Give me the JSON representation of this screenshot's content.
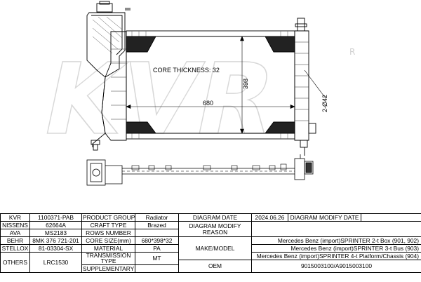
{
  "drawing": {
    "watermark": "KVR",
    "watermark_mark": "R",
    "core_thickness_label": "CORE THICKNESS: 32",
    "width_dim": "680",
    "height_dim": "398",
    "inlet_dim": "2-Ø42"
  },
  "table": {
    "r1": {
      "c1": "KVR",
      "c2": "1100371-PAB",
      "c3": "PRODUCT GROUP",
      "c4": "Radiator",
      "c5": "DIAGRAM DATE",
      "c6": "2024.06.26",
      "c7": "DIAGRAM MODIFY DATE",
      "c8": ""
    },
    "r2": {
      "c1": "NISSENS",
      "c2": "62664A",
      "c3": "CRAFT TYPE",
      "c4": "Brazed",
      "c5": "DIAGRAM MODIFY REASON",
      "c6": ""
    },
    "r3": {
      "c1": "AVA",
      "c2": "MS2183",
      "c3": "ROWS NUMBER",
      "c4": ""
    },
    "r4": {
      "c1": "BEHR",
      "c2": "8MK 376 721-201",
      "c3": "CORE SIZE(mm)",
      "c4": "680*398*32",
      "c5": "MAKE/MODEL",
      "c6": "Mercedes Benz (import)SPRINTER 2-t Box (901, 902)"
    },
    "r5": {
      "c1": "STELLOX",
      "c2": "81-03304-SX",
      "c3": "MATERIAL",
      "c4": "PA",
      "c6": "Mercedes Benz (import)SPRINTER 3-t Bus (903)"
    },
    "r6": {
      "c1": "OTHERS",
      "c2": "LRC1530",
      "c3": "TRANSMISSION TYPE",
      "c4": "MT",
      "c6": "Mercedes Benz (import)SPRINTER 4-t Platform/Chassis (904)"
    },
    "r7": {
      "c5": "OEM",
      "c6": "9015003100/A9015003100"
    },
    "r8": {
      "c3": "SUPPLEMENTARY",
      "c4": ""
    }
  }
}
